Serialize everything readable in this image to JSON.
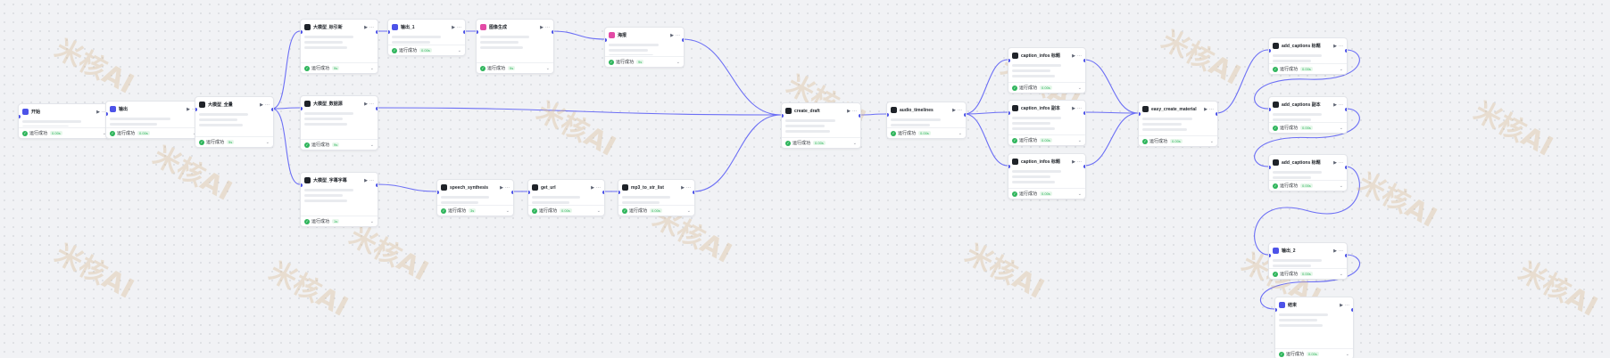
{
  "watermark": "米核AI",
  "status_label": "运行成功",
  "colors": {
    "edge": "#6c6ff5",
    "ok": "#2fb55c",
    "canvas": "#f1f2f5"
  },
  "nodes": [
    {
      "id": "start",
      "title": "开始",
      "icon": "#4d53e8",
      "time": "0.00s"
    },
    {
      "id": "out1",
      "title": "输出",
      "icon": "#4d53e8",
      "time": "0.00s"
    },
    {
      "id": "llm_all",
      "title": "大模型_全量",
      "icon": "#1f2329",
      "time": "9s"
    },
    {
      "id": "llm_title",
      "title": "大模型_标引新",
      "icon": "#1f2329",
      "time": "9s"
    },
    {
      "id": "out2",
      "title": "输出_1",
      "icon": "#4d53e8",
      "time": "0.00s"
    },
    {
      "id": "img",
      "title": "图像生成",
      "icon": "#e24aa5",
      "time": "9s"
    },
    {
      "id": "poster",
      "title": "海报",
      "icon": "#e24aa5",
      "time": "9s"
    },
    {
      "id": "llm_cover",
      "title": "大模型_数据源",
      "icon": "#1f2329",
      "time": "9s"
    },
    {
      "id": "llm_sub",
      "title": "大模型_字幕字幕",
      "icon": "#1f2329",
      "time": "1s"
    },
    {
      "id": "speech",
      "title": "speech_synthesis",
      "icon": "#1f2329",
      "time": "3s"
    },
    {
      "id": "geturl",
      "title": "get_url",
      "icon": "#1f2329",
      "time": "0.00s"
    },
    {
      "id": "mp3",
      "title": "mp3_to_str_list",
      "icon": "#1f2329",
      "time": "0.00s"
    },
    {
      "id": "draft",
      "title": "create_draft",
      "icon": "#1f2329",
      "time": "0.00s"
    },
    {
      "id": "audio",
      "title": "audio_timelines",
      "icon": "#1f2329",
      "time": "0.00s"
    },
    {
      "id": "cap1",
      "title": "caption_infos 标题",
      "icon": "#1f2329",
      "time": "0.00s"
    },
    {
      "id": "cap2",
      "title": "caption_infos 副本",
      "icon": "#1f2329",
      "time": "0.00s"
    },
    {
      "id": "cap3",
      "title": "caption_infos 标题",
      "icon": "#1f2329",
      "time": "0.00s"
    },
    {
      "id": "material",
      "title": "easy_create_material",
      "icon": "#1f2329",
      "time": "0.00s"
    },
    {
      "id": "add1",
      "title": "add_captions 标题",
      "icon": "#1f2329",
      "time": "0.00s"
    },
    {
      "id": "add2",
      "title": "add_captions 副本",
      "icon": "#1f2329",
      "time": "0.00s"
    },
    {
      "id": "add3",
      "title": "add_captions 标题",
      "icon": "#1f2329",
      "time": "0.00s"
    },
    {
      "id": "out3",
      "title": "输出_2",
      "icon": "#4d53e8",
      "time": "0.00s"
    },
    {
      "id": "end",
      "title": "结束",
      "icon": "#4d53e8",
      "time": "0.00s"
    }
  ]
}
